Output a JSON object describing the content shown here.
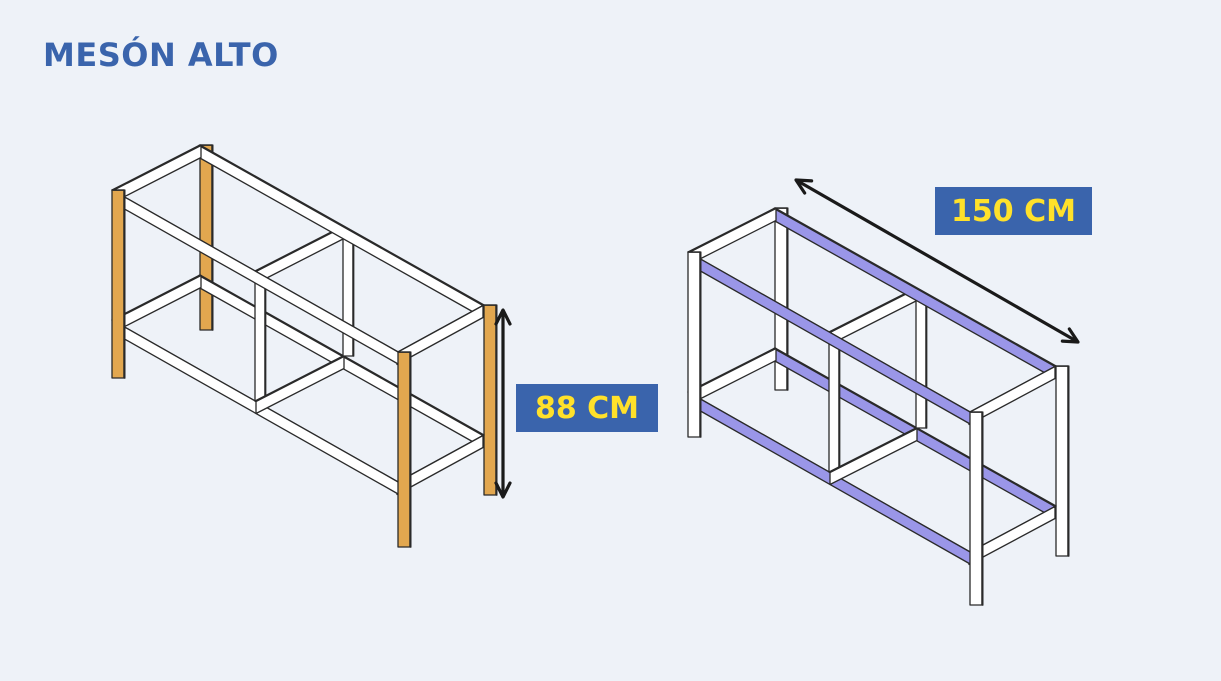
{
  "title": "MESÓN ALTO",
  "dimensions": {
    "height": "88 CM",
    "length": "150 CM"
  },
  "colors": {
    "background": "#eef2f8",
    "title": "#3a64ac",
    "label_bg": "#3a64ac",
    "label_text": "#ffe12a",
    "frame_fill": "#ffffff",
    "frame_stroke": "#2a2a2a",
    "highlight_legs": "#e2a74f",
    "highlight_rails": "#9a96e8",
    "arrow": "#1a1a1a"
  }
}
